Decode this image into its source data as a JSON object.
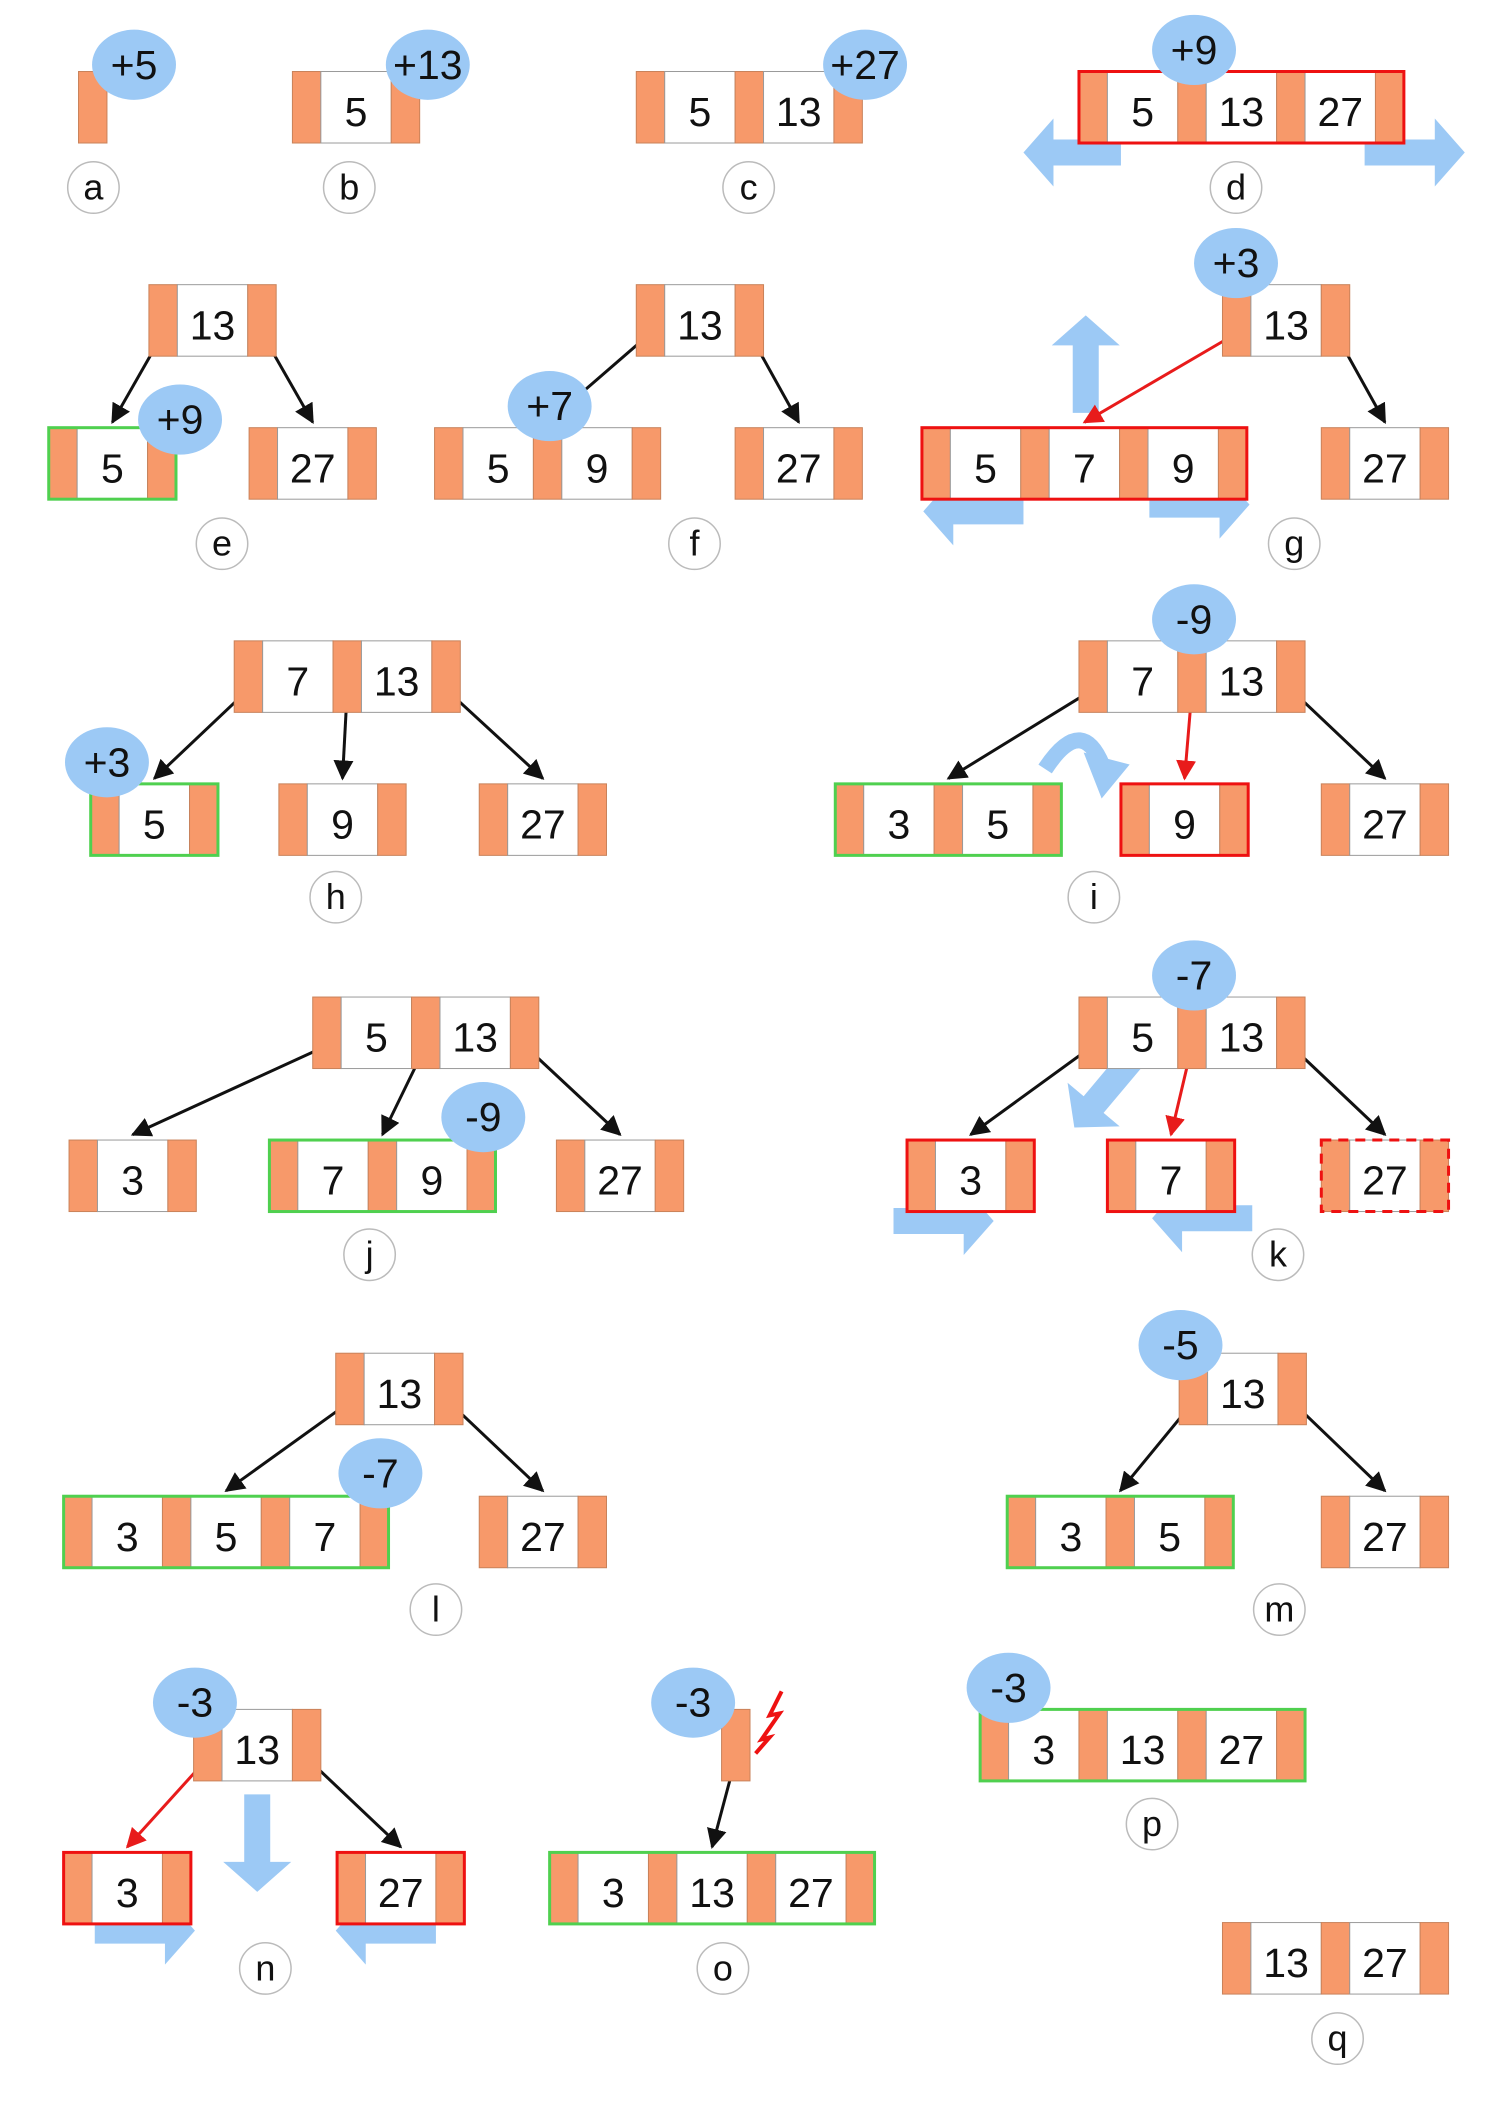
{
  "colors": {
    "ptr": "#f7996a",
    "badge": "#9cc9f5",
    "arrow_blue": "#9cc9f5",
    "hl_green": "#4fd04f",
    "hl_red": "#ee1111",
    "edge_black": "#111111",
    "edge_red": "#e81b1b",
    "cell_border": "#9a9a9a"
  },
  "panels": [
    {
      "label": "a",
      "badges": [
        "+5"
      ],
      "nodes": [
        {
          "keys": []
        }
      ]
    },
    {
      "label": "b",
      "badges": [
        "+13"
      ],
      "nodes": [
        {
          "keys": [
            "5"
          ]
        }
      ]
    },
    {
      "label": "c",
      "badges": [
        "+27"
      ],
      "nodes": [
        {
          "keys": [
            "5",
            "13"
          ]
        }
      ]
    },
    {
      "label": "d",
      "badges": [
        "+9"
      ],
      "nodes": [
        {
          "keys": [
            "5",
            "13",
            "27"
          ]
        }
      ]
    },
    {
      "label": "e",
      "badges": [
        "+9"
      ],
      "nodes": [
        {
          "keys": [
            "13"
          ]
        },
        {
          "keys": [
            "5"
          ]
        },
        {
          "keys": [
            "27"
          ]
        }
      ]
    },
    {
      "label": "f",
      "badges": [
        "+7"
      ],
      "nodes": [
        {
          "keys": [
            "13"
          ]
        },
        {
          "keys": [
            "5",
            "9"
          ]
        },
        {
          "keys": [
            "27"
          ]
        }
      ]
    },
    {
      "label": "g",
      "badges": [
        "+3"
      ],
      "nodes": [
        {
          "keys": [
            "13"
          ]
        },
        {
          "keys": [
            "5",
            "7",
            "9"
          ]
        },
        {
          "keys": [
            "27"
          ]
        }
      ]
    },
    {
      "label": "h",
      "badges": [
        "+3"
      ],
      "nodes": [
        {
          "keys": [
            "7",
            "13"
          ]
        },
        {
          "keys": [
            "5"
          ]
        },
        {
          "keys": [
            "9"
          ]
        },
        {
          "keys": [
            "27"
          ]
        }
      ]
    },
    {
      "label": "i",
      "badges": [
        "-9"
      ],
      "nodes": [
        {
          "keys": [
            "7",
            "13"
          ]
        },
        {
          "keys": [
            "3",
            "5"
          ]
        },
        {
          "keys": [
            "9"
          ]
        },
        {
          "keys": [
            "27"
          ]
        }
      ]
    },
    {
      "label": "j",
      "badges": [
        "-9"
      ],
      "nodes": [
        {
          "keys": [
            "5",
            "13"
          ]
        },
        {
          "keys": [
            "3"
          ]
        },
        {
          "keys": [
            "7",
            "9"
          ]
        },
        {
          "keys": [
            "27"
          ]
        }
      ]
    },
    {
      "label": "k",
      "badges": [
        "-7"
      ],
      "nodes": [
        {
          "keys": [
            "5",
            "13"
          ]
        },
        {
          "keys": [
            "3"
          ]
        },
        {
          "keys": [
            "7"
          ]
        },
        {
          "keys": [
            "27"
          ]
        }
      ]
    },
    {
      "label": "l",
      "badges": [
        "-7"
      ],
      "nodes": [
        {
          "keys": [
            "13"
          ]
        },
        {
          "keys": [
            "3",
            "5",
            "7"
          ]
        },
        {
          "keys": [
            "27"
          ]
        }
      ]
    },
    {
      "label": "m",
      "badges": [
        "-5"
      ],
      "nodes": [
        {
          "keys": [
            "13"
          ]
        },
        {
          "keys": [
            "3",
            "5"
          ]
        },
        {
          "keys": [
            "27"
          ]
        }
      ]
    },
    {
      "label": "n",
      "badges": [
        "-3"
      ],
      "nodes": [
        {
          "keys": [
            "13"
          ]
        },
        {
          "keys": [
            "3"
          ]
        },
        {
          "keys": [
            "27"
          ]
        }
      ]
    },
    {
      "label": "o",
      "badges": [
        "-3"
      ],
      "nodes": [
        {
          "keys": []
        },
        {
          "keys": [
            "3",
            "13",
            "27"
          ]
        }
      ]
    },
    {
      "label": "p",
      "badges": [
        "-3"
      ],
      "nodes": [
        {
          "keys": [
            "3",
            "13",
            "27"
          ]
        }
      ]
    },
    {
      "label": "q",
      "badges": [],
      "nodes": [
        {
          "keys": [
            "13",
            "27"
          ]
        }
      ]
    }
  ]
}
